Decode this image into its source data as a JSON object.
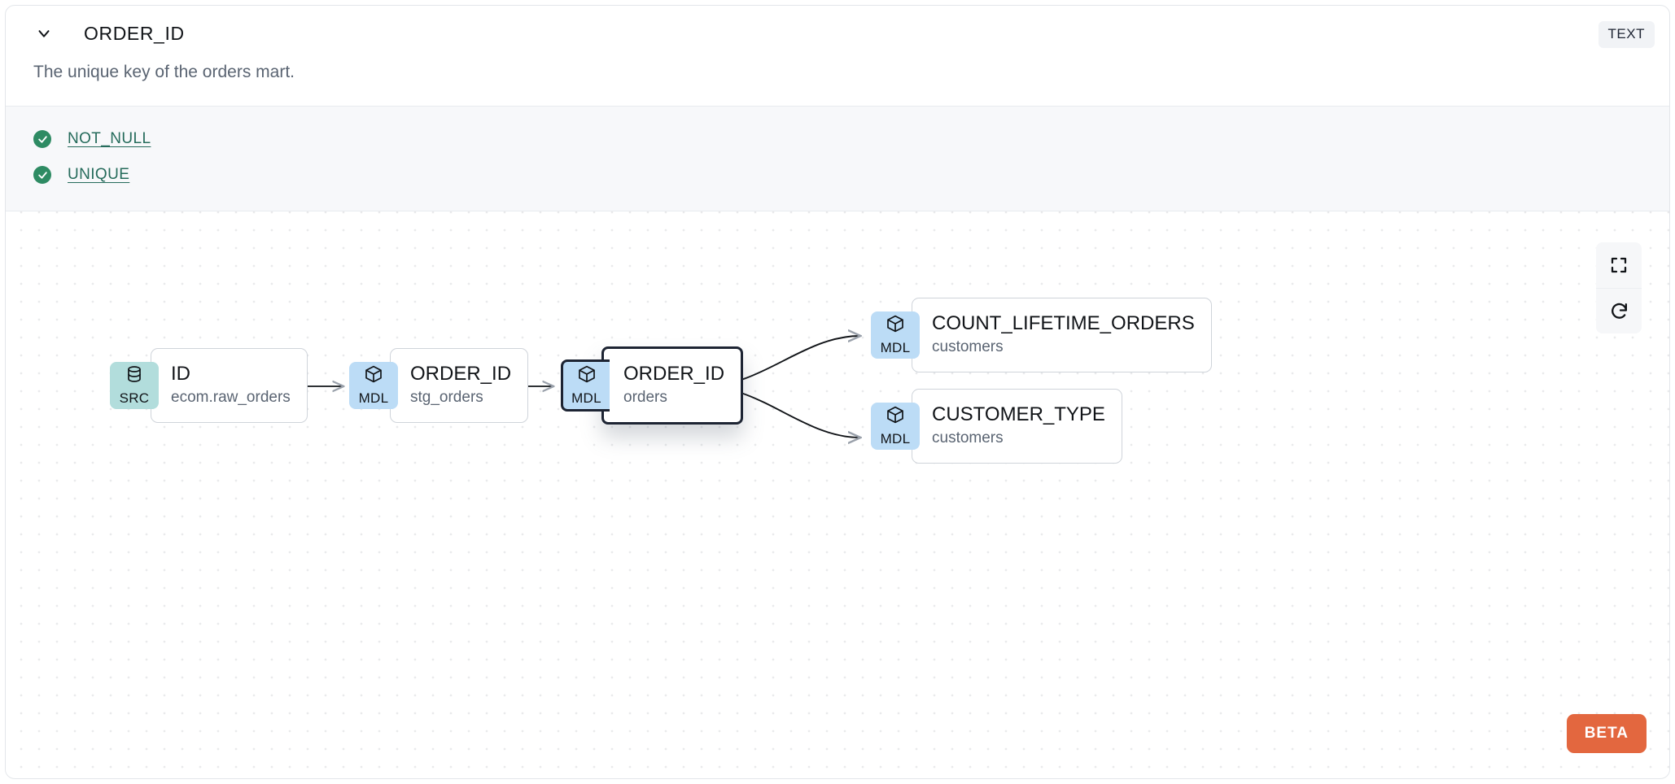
{
  "header": {
    "chevron_icon": "chevron-down-icon",
    "title": "ORDER_ID",
    "type_badge": "TEXT"
  },
  "description": "The unique key of the orders mart.",
  "tests": {
    "items": [
      {
        "status_icon": "check-circle-icon",
        "label": "NOT_NULL"
      },
      {
        "status_icon": "check-circle-icon",
        "label": "UNIQUE"
      }
    ]
  },
  "lineage": {
    "nodes": [
      {
        "id": "src-id",
        "kind": "SRC",
        "kind_icon": "database-icon",
        "name": "ID",
        "subtitle": "ecom.raw_orders",
        "selected": false
      },
      {
        "id": "stg-order-id",
        "kind": "MDL",
        "kind_icon": "cube-icon",
        "name": "ORDER_ID",
        "subtitle": "stg_orders",
        "selected": false
      },
      {
        "id": "orders-order-id",
        "kind": "MDL",
        "kind_icon": "cube-icon",
        "name": "ORDER_ID",
        "subtitle": "orders",
        "selected": true
      },
      {
        "id": "count-lifetime-orders",
        "kind": "MDL",
        "kind_icon": "cube-icon",
        "name": "COUNT_LIFETIME_ORDERS",
        "subtitle": "customers",
        "selected": false
      },
      {
        "id": "customer-type",
        "kind": "MDL",
        "kind_icon": "cube-icon",
        "name": "CUSTOMER_TYPE",
        "subtitle": "customers",
        "selected": false
      }
    ],
    "controls": [
      {
        "id": "fit-view",
        "icon": "fullscreen-icon"
      },
      {
        "id": "refresh",
        "icon": "refresh-icon"
      }
    ],
    "beta_label": "BETA"
  },
  "colors": {
    "src_badge": "#b2dddc",
    "mdl_badge": "#bcdcf6",
    "test_pass": "#2e8b63",
    "test_link": "#256b5b",
    "beta": "#e3673f",
    "selected_border": "#1d2433"
  }
}
